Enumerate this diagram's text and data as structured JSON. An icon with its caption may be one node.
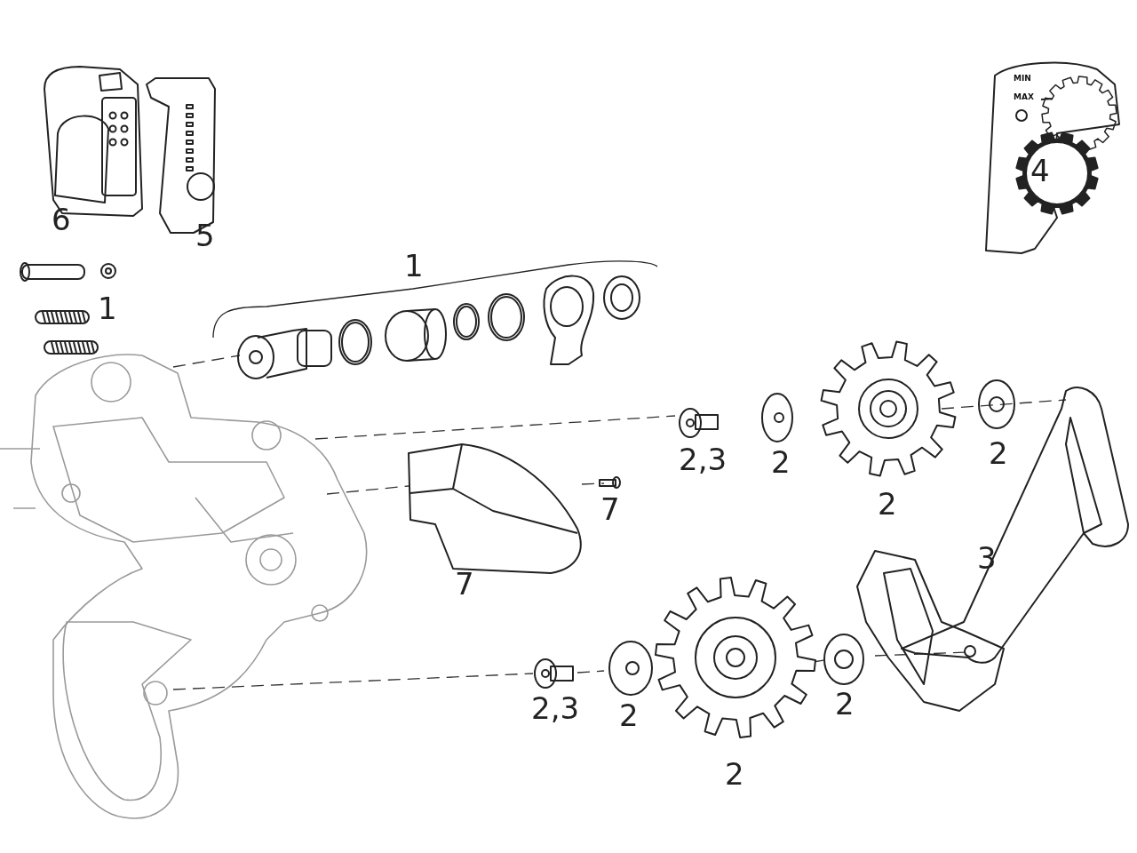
{
  "diagram": {
    "labels": [
      "MIN",
      "MAX",
      "4",
      "6",
      "5",
      "1",
      "1",
      "2",
      "2,3",
      "2",
      "2",
      "7",
      "3",
      "7",
      "2",
      "2,3",
      "2",
      "2"
    ]
  }
}
